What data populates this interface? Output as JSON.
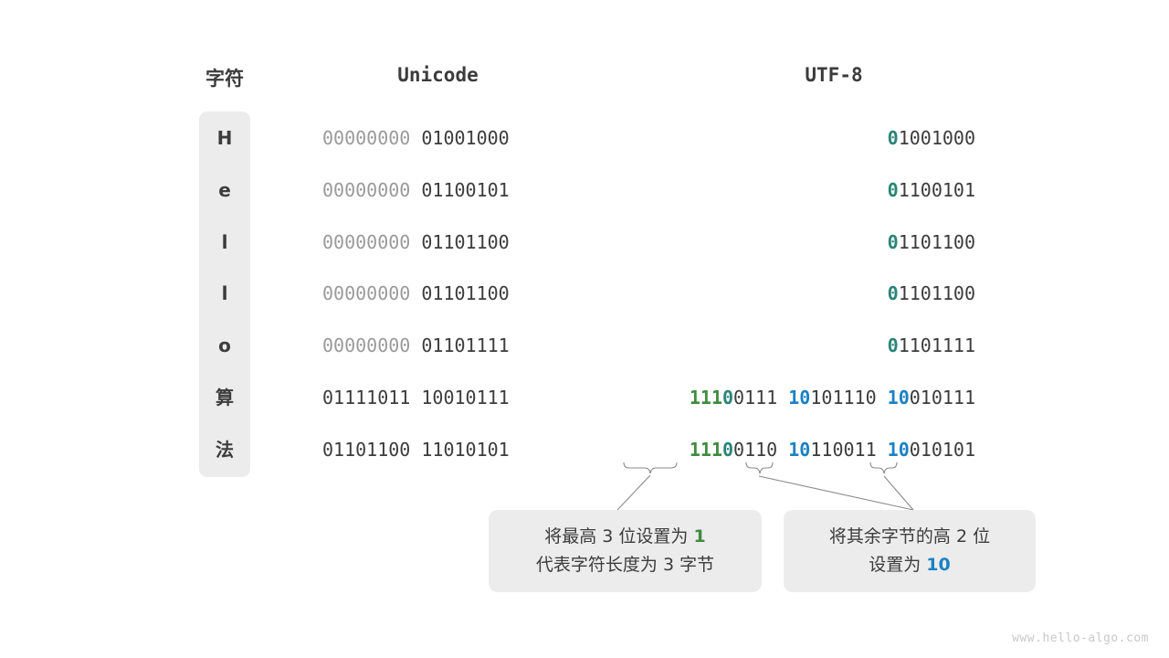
{
  "figure": {
    "title": "Unicode to UTF-8 encoding diagram",
    "watermark": "www.hello-algo.com"
  },
  "headers": {
    "character": "字符",
    "unicode": "Unicode",
    "utf8": "UTF-8"
  },
  "colors": {
    "dim": "#9a9a9a",
    "dark": "#3c3c3c",
    "teal": "#2a8577",
    "green": "#3f8b3f",
    "blue": "#1c81c4",
    "cell_bg": "#ececec",
    "watermark": "#c8c8c8"
  },
  "rows": [
    {
      "char": "H",
      "unicode": [
        {
          "text": "00000000",
          "style": "dim"
        },
        {
          "text": " ",
          "style": "dark"
        },
        {
          "text": "01001000",
          "style": "dark"
        }
      ],
      "utf8": [
        {
          "text": "0",
          "style": "teal"
        },
        {
          "text": "1001000",
          "style": "dark"
        }
      ]
    },
    {
      "char": "e",
      "unicode": [
        {
          "text": "00000000",
          "style": "dim"
        },
        {
          "text": " ",
          "style": "dark"
        },
        {
          "text": "01100101",
          "style": "dark"
        }
      ],
      "utf8": [
        {
          "text": "0",
          "style": "teal"
        },
        {
          "text": "1100101",
          "style": "dark"
        }
      ]
    },
    {
      "char": "l",
      "unicode": [
        {
          "text": "00000000",
          "style": "dim"
        },
        {
          "text": " ",
          "style": "dark"
        },
        {
          "text": "01101100",
          "style": "dark"
        }
      ],
      "utf8": [
        {
          "text": "0",
          "style": "teal"
        },
        {
          "text": "1101100",
          "style": "dark"
        }
      ]
    },
    {
      "char": "l",
      "unicode": [
        {
          "text": "00000000",
          "style": "dim"
        },
        {
          "text": " ",
          "style": "dark"
        },
        {
          "text": "01101100",
          "style": "dark"
        }
      ],
      "utf8": [
        {
          "text": "0",
          "style": "teal"
        },
        {
          "text": "1101100",
          "style": "dark"
        }
      ]
    },
    {
      "char": "o",
      "unicode": [
        {
          "text": "00000000",
          "style": "dim"
        },
        {
          "text": " ",
          "style": "dark"
        },
        {
          "text": "01101111",
          "style": "dark"
        }
      ],
      "utf8": [
        {
          "text": "0",
          "style": "teal"
        },
        {
          "text": "1101111",
          "style": "dark"
        }
      ]
    },
    {
      "char": "算",
      "unicode": [
        {
          "text": "01111011",
          "style": "dark"
        },
        {
          "text": " ",
          "style": "dark"
        },
        {
          "text": "10010111",
          "style": "dark"
        }
      ],
      "utf8": [
        {
          "text": "111",
          "style": "green"
        },
        {
          "text": "0",
          "style": "teal"
        },
        {
          "text": "0111",
          "style": "dark"
        },
        {
          "text": " ",
          "style": "dark"
        },
        {
          "text": "10",
          "style": "blue"
        },
        {
          "text": "101110",
          "style": "dark"
        },
        {
          "text": " ",
          "style": "dark"
        },
        {
          "text": "10",
          "style": "blue"
        },
        {
          "text": "010111",
          "style": "dark"
        }
      ]
    },
    {
      "char": "法",
      "unicode": [
        {
          "text": "01101100",
          "style": "dark"
        },
        {
          "text": " ",
          "style": "dark"
        },
        {
          "text": "11010101",
          "style": "dark"
        }
      ],
      "utf8": [
        {
          "text": "111",
          "style": "green"
        },
        {
          "text": "0",
          "style": "teal"
        },
        {
          "text": "0110",
          "style": "dark"
        },
        {
          "text": " ",
          "style": "dark"
        },
        {
          "text": "10",
          "style": "blue"
        },
        {
          "text": "110011",
          "style": "dark"
        },
        {
          "text": " ",
          "style": "dark"
        },
        {
          "text": "10",
          "style": "blue"
        },
        {
          "text": "010101",
          "style": "dark"
        }
      ]
    }
  ],
  "callouts": [
    {
      "id": "leading-byte-note",
      "lines": [
        [
          {
            "text": "将最高 3 位设置为 ",
            "style": "plain"
          },
          {
            "text": "1",
            "style": "green"
          }
        ],
        [
          {
            "text": "代表字符长度为 3 字节",
            "style": "plain"
          }
        ]
      ]
    },
    {
      "id": "continuation-byte-note",
      "lines": [
        [
          {
            "text": "将其余字节的高 2 位",
            "style": "plain"
          }
        ],
        [
          {
            "text": "设置为 ",
            "style": "plain"
          },
          {
            "text": "10",
            "style": "blue"
          }
        ]
      ]
    }
  ]
}
